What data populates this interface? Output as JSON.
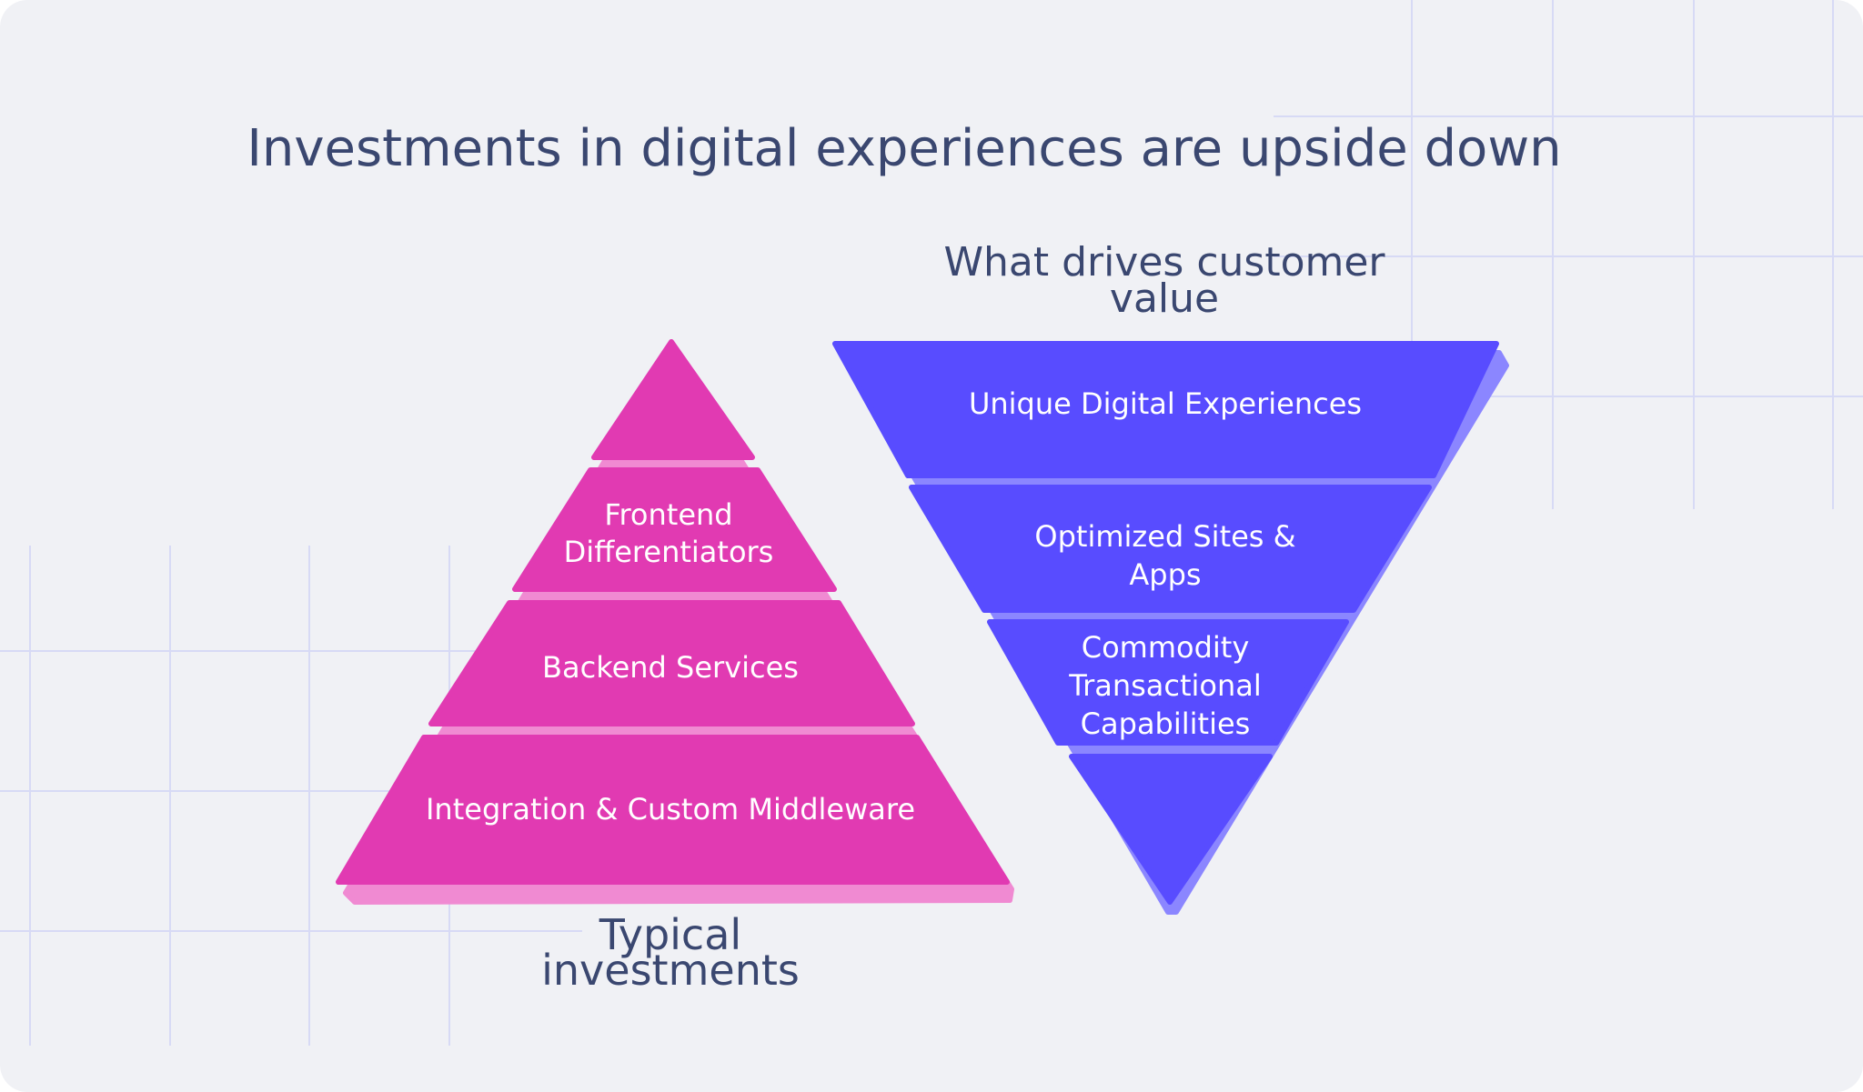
{
  "title": "Investments in digital experiences are upside down",
  "inverted": {
    "heading_lines": [
      "What drives customer",
      "value"
    ],
    "layers": [
      [
        "Unique Digital Experiences"
      ],
      [
        "Optimized Sites &",
        "Apps"
      ],
      [
        "Commodity",
        "Transactional",
        "Capabilities"
      ]
    ]
  },
  "pyramid": {
    "caption_lines": [
      "Typical",
      "investments"
    ],
    "layers": [
      [
        "Frontend",
        "Differentiators"
      ],
      [
        "Backend Services"
      ],
      [
        "Integration & Custom Middleware"
      ]
    ]
  },
  "colors": {
    "background": "#f0f1f5",
    "grid": "#d7daf5",
    "pyramid_fill": "#e13ab2",
    "pyramid_shadow": "#f08ad2",
    "inverted_fill": "#584cff",
    "inverted_shadow": "#8b86ff",
    "heading_text": "#3a4770",
    "layer_text": "#ffffff"
  }
}
